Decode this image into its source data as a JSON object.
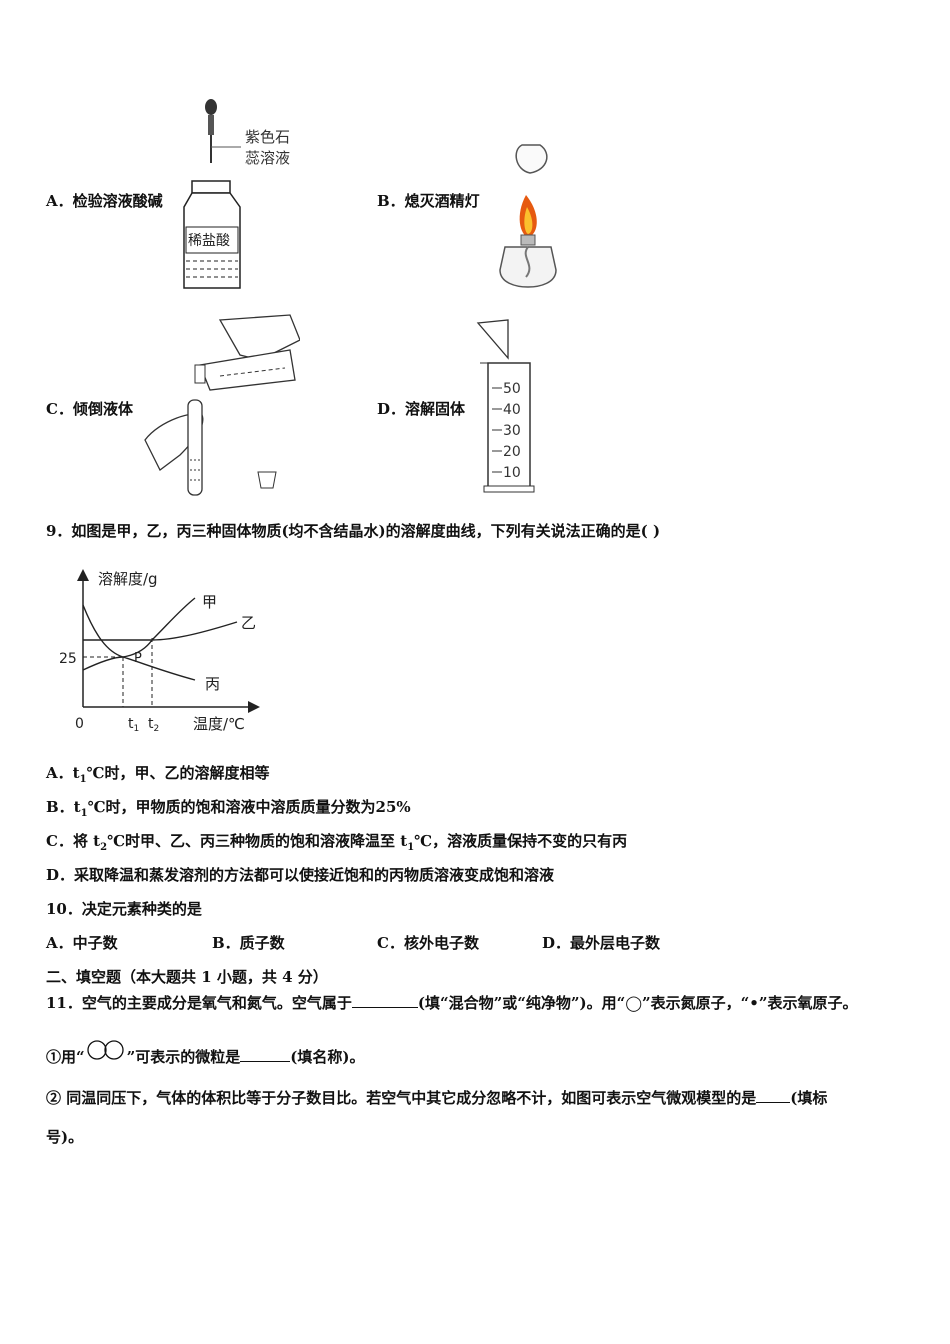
{
  "q8": {
    "options": [
      {
        "key": "A",
        "label": "A．检验溶液酸碱"
      },
      {
        "key": "B",
        "label": "B．熄灭酒精灯"
      },
      {
        "key": "C",
        "label": "C．倾倒液体"
      },
      {
        "key": "D",
        "label": "D．溶解固体"
      }
    ],
    "fig_a": {
      "dropper_label_1": "紫色石",
      "dropper_label_2": "蕊溶液",
      "bottle_label": "稀盐酸"
    },
    "fig_d": {
      "ticks": [
        "50",
        "40",
        "30",
        "20",
        "10"
      ]
    }
  },
  "q9": {
    "stem": "9．如图是甲，乙，丙三种固体物质(均不含结晶水)的溶解度曲线，下列有关说法正确的是( )",
    "graph": {
      "ylabel": "溶解度/g",
      "xlabel": "温度/℃",
      "origin": "0",
      "y_tick": "25",
      "t1": "t",
      "t1_sub": "1",
      "t2": "t",
      "t2_sub": "2",
      "point": "P",
      "curve_jia": "甲",
      "curve_yi": "乙",
      "curve_bing": "丙"
    },
    "options": [
      {
        "pre": "A．t",
        "sub": "1",
        "post": "℃时，甲、乙的溶解度相等"
      },
      {
        "pre": "B．t",
        "sub": "1",
        "post": "℃时，甲物质的饱和溶液中溶质质量分数为25%"
      },
      {
        "pre": "C．将 t",
        "sub": "2",
        "mid": "℃时甲、乙、丙三种物质的饱和溶液降温至 t",
        "sub2": "1",
        "post": "℃，溶液质量保持不变的只有丙"
      },
      {
        "pre": "D．采取降温和蒸发溶剂的方法都可以使接近饱和的丙物质溶液变成饱和溶液"
      }
    ]
  },
  "q10": {
    "stem": "10．决定元素种类的是",
    "options": [
      "A．中子数",
      "B．质子数",
      "C．核外电子数",
      "D．最外层电子数"
    ]
  },
  "section2": {
    "title": "二、填空题（本大题共 1 小题，共 4 分）"
  },
  "q11": {
    "stem_pre": "11．空气的主要成分是氧气和氮气。空气属于",
    "stem_post": "(填“混合物”或“纯净物”)。用“◯”表示氮原子，“•”表示氧原子。",
    "p1_pre": "①用“",
    "p1_post": "”可表示的微粒是",
    "p1_end": "(填名称)。",
    "p2_pre": "② 同温同压下，气体的体积比等于分子数目比。若空气中其它成分忽略不计，如图可表示空气微观模型的是",
    "p2_end": "(填标",
    "p2_cont": "号)。"
  }
}
